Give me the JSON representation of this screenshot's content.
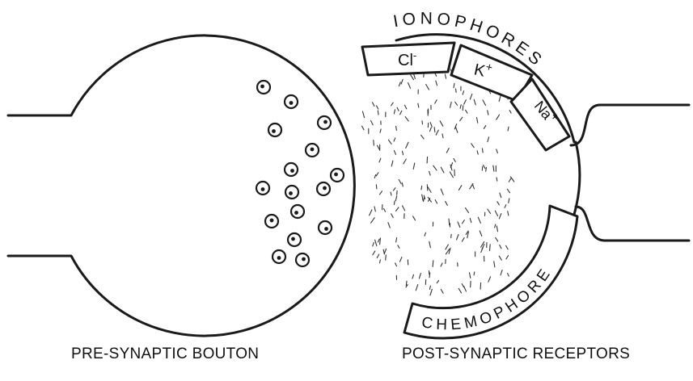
{
  "labels": {
    "pre_synaptic": "PRE-SYNAPTIC BOUTON",
    "post_synaptic": "POST-SYNAPTIC RECEPTORS",
    "ionophores": "IONOPHORES",
    "chemophore": "CHEMOPHORE"
  },
  "ion_channels": [
    {
      "ion": "Cl",
      "sup": "-"
    },
    {
      "ion": "K",
      "sup": "+"
    },
    {
      "ion": "Na",
      "sup": "+"
    }
  ],
  "vesicle_count": 16
}
